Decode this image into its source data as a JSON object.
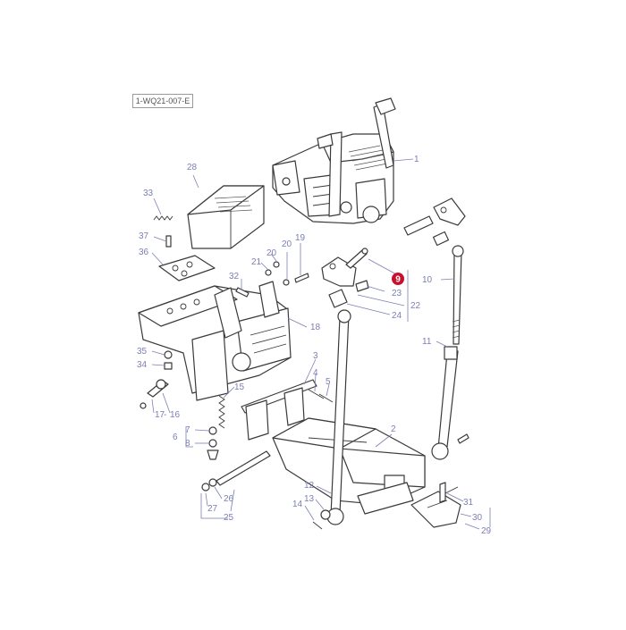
{
  "diagram": {
    "reference_code": "1-WQ21-007-E",
    "highlight_color": "#c8102e",
    "callout_color": "#7b7fb5",
    "highlighted_part": "9",
    "callouts": [
      "1",
      "2",
      "3",
      "4",
      "5",
      "6",
      "7",
      "8",
      "9",
      "10",
      "11",
      "12",
      "13",
      "14",
      "15",
      "16",
      "17",
      "18",
      "19",
      "20",
      "20",
      "21",
      "22",
      "23",
      "24",
      "25",
      "26",
      "27",
      "28",
      "29",
      "30",
      "31",
      "32",
      "33",
      "34",
      "35",
      "36",
      "37"
    ]
  }
}
